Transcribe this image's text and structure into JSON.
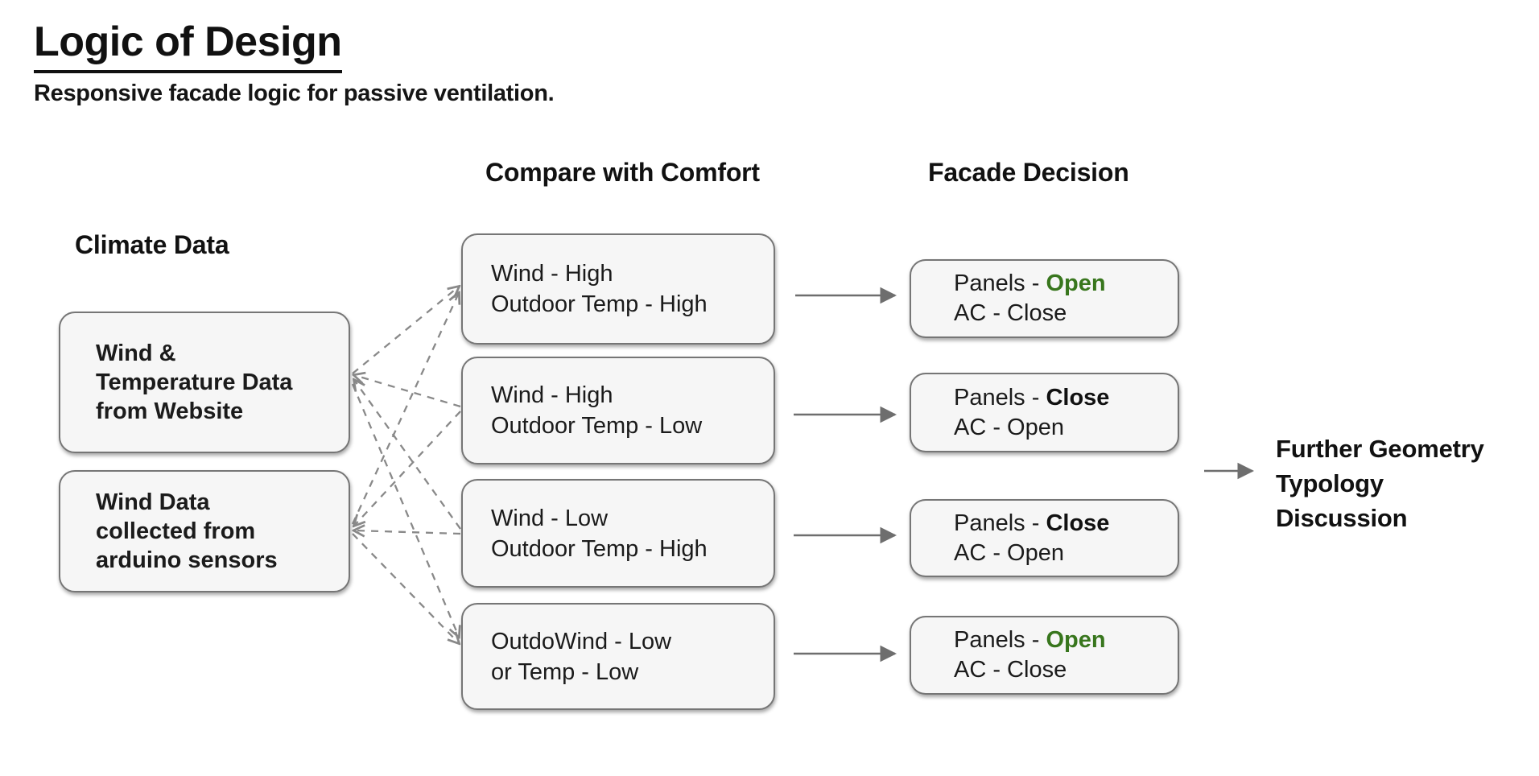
{
  "page": {
    "title": "Logic of Design",
    "subtitle": "Responsive facade logic for passive ventilation."
  },
  "columns": {
    "climate": {
      "header": "Climate Data"
    },
    "compare": {
      "header": "Compare with Comfort"
    },
    "decision": {
      "header": "Facade Decision"
    }
  },
  "climate_boxes": [
    {
      "lines": [
        "Wind &",
        "Temperature Data",
        "from Website"
      ]
    },
    {
      "lines": [
        "Wind Data",
        "collected from",
        "arduino sensors"
      ]
    }
  ],
  "compare_boxes": [
    {
      "lines": [
        "Wind - High",
        "Outdoor Temp - High"
      ]
    },
    {
      "lines": [
        "Wind - High",
        "Outdoor Temp - Low"
      ]
    },
    {
      "lines": [
        "Wind - Low",
        "Outdoor Temp - High"
      ]
    },
    {
      "lines": [
        "OutdoWind - Low",
        "or Temp - Low"
      ]
    }
  ],
  "decision_boxes": [
    {
      "line1_label": "Panels - ",
      "line1_value": "Open",
      "value_class": "val val-open",
      "line2": "AC - Close"
    },
    {
      "line1_label": "Panels - ",
      "line1_value": "Close",
      "value_class": "val val-close",
      "line2": "AC - Open"
    },
    {
      "line1_label": "Panels - ",
      "line1_value": "Close",
      "value_class": "val val-close",
      "line2": "AC - Open"
    },
    {
      "line1_label": "Panels - ",
      "line1_value": "Open",
      "value_class": "val val-open",
      "line2": "AC - Close"
    }
  ],
  "outcome": {
    "lines": [
      "Further Geometry",
      "Typology",
      "Discussion"
    ]
  },
  "connections": {
    "dashed": "each climate box links to all four compare boxes",
    "solid": [
      "compare 1 -> decision 1",
      "compare 2 -> decision 2",
      "compare 3 -> decision 3",
      "compare 4 -> decision 4",
      "decision column -> outcome"
    ]
  },
  "colors": {
    "open_green": "#38761d",
    "box_fill": "#f6f6f6",
    "box_border": "#767676",
    "connector_gray": "#898989",
    "arrow_gray": "#6e6e6e",
    "text_black": "#111111"
  }
}
